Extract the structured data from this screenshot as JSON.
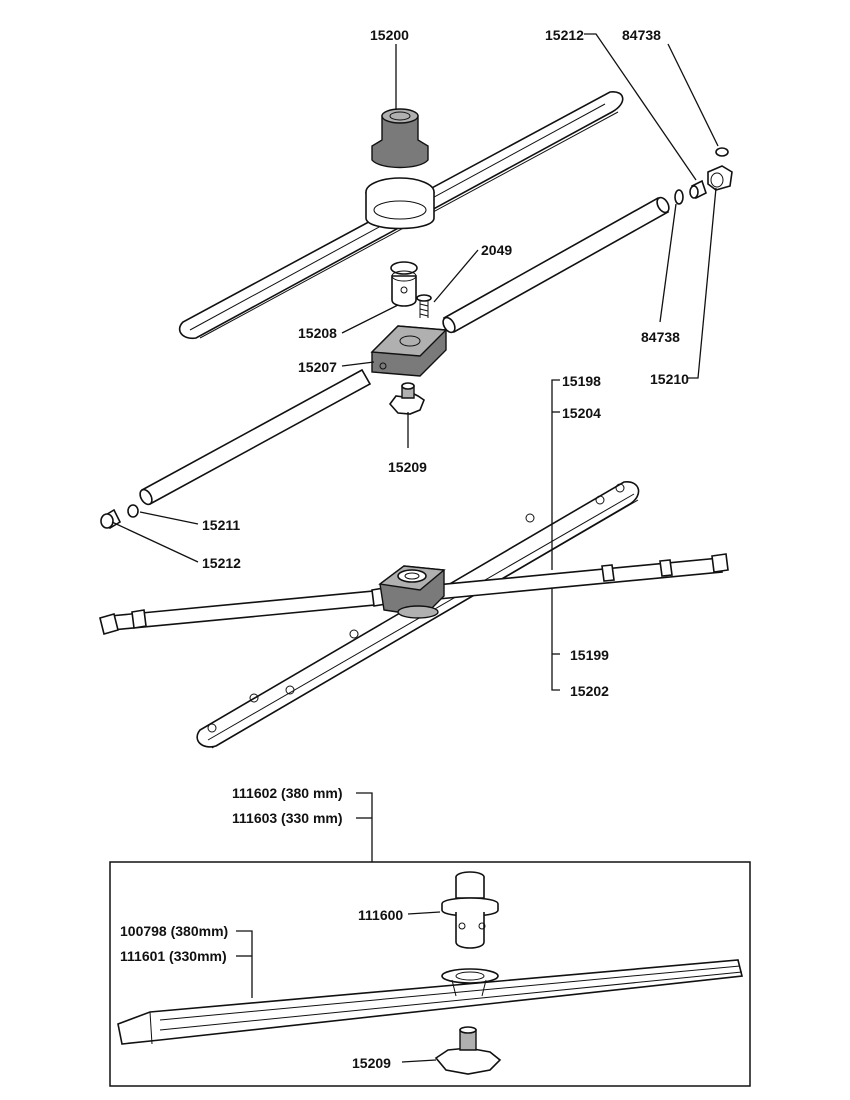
{
  "labels": {
    "p15200": "15200",
    "p15212_top": "15212",
    "p84738_top": "84738",
    "p2049": "2049",
    "p15208": "15208",
    "p15207": "15207",
    "p84738_right": "84738",
    "p15210": "15210",
    "p15198": "15198",
    "p15204": "15204",
    "p15209_top": "15209",
    "p15211": "15211",
    "p15212_left": "15212",
    "p15199": "15199",
    "p15202": "15202",
    "p111602": "111602 (380 mm)",
    "p111603": "111603 (330 mm)",
    "p111600": "111600",
    "p100798": "100798 (380mm)",
    "p111601": "111601 (330mm)",
    "p15209_bottom": "15209"
  }
}
